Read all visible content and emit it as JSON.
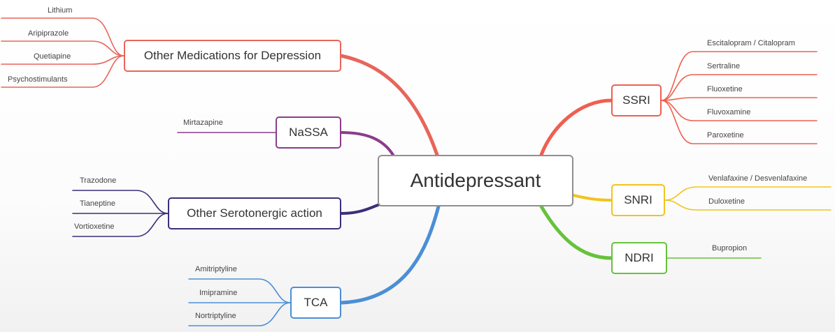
{
  "root": {
    "label": "Antidepressant"
  },
  "branches": {
    "other_meds": {
      "label": "Other Medications for Depression",
      "color": "#e8655a",
      "items": [
        "Lithium",
        "Aripiprazole",
        "Quetiapine",
        "Psychostimulants"
      ]
    },
    "nassa": {
      "label": "NaSSA",
      "color": "#8a3d8a",
      "items": [
        "Mirtazapine"
      ]
    },
    "other_sero": {
      "label": "Other Serotonergic action",
      "color": "#3a2f7a",
      "items": [
        "Trazodone",
        "Tianeptine",
        "Vortioxetine"
      ]
    },
    "tca": {
      "label": "TCA",
      "color": "#4a8fd6",
      "items": [
        "Amitriptyline",
        "Imipramine",
        "Nortriptyline"
      ]
    },
    "ssri": {
      "label": "SSRI",
      "color": "#ef5f50",
      "items": [
        "Escitalopram / Citalopram",
        "Sertraline",
        "Fluoxetine",
        "Fluvoxamine",
        "Paroxetine"
      ]
    },
    "snri": {
      "label": "SNRI",
      "color": "#f2c31c",
      "items": [
        "Venlafaxine / Desvenlafaxine",
        "Duloxetine"
      ]
    },
    "ndri": {
      "label": "NDRI",
      "color": "#66c23c",
      "items": [
        "Bupropion"
      ]
    }
  }
}
